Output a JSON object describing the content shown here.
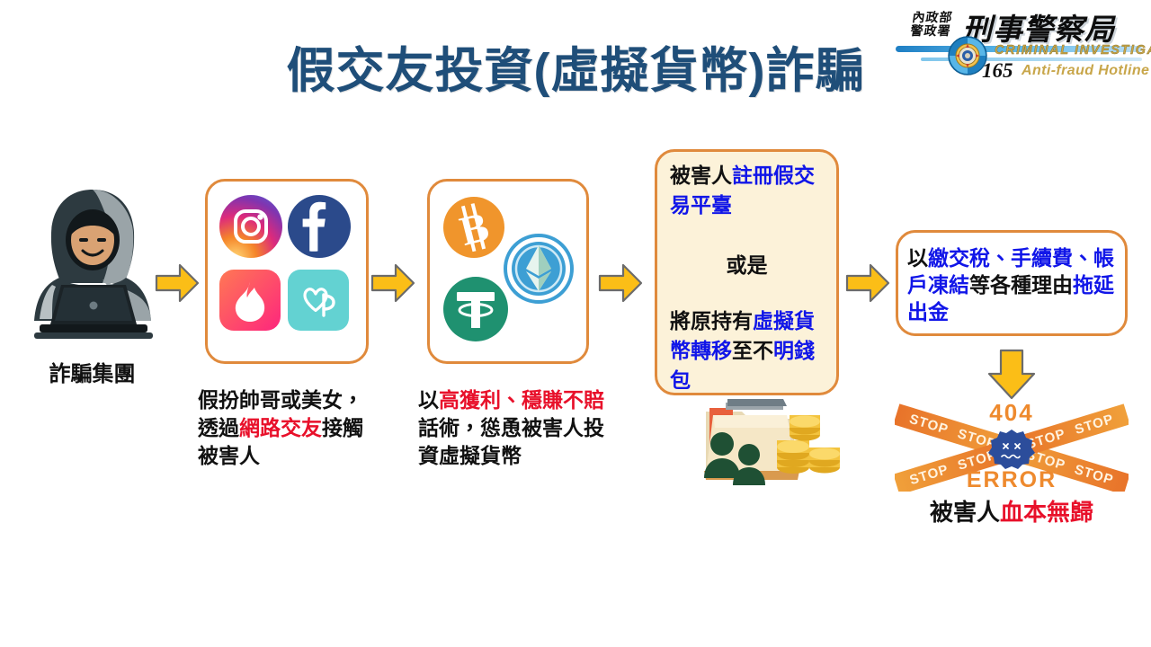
{
  "header": {
    "title": "假交友投資(虛擬貨幣)詐騙",
    "title_color": "#1F4E79",
    "logo": {
      "agency_small": "內政部\n警政署",
      "agency_small_line1": "內政部",
      "agency_small_line2": "警政署",
      "agency_main": "刑事警察局",
      "agency_en": "CRIMINAL  INVESTIGATION  BUREAU",
      "hotline_number": "165",
      "hotline_en": "Anti-fraud Hotline Service"
    }
  },
  "flow": {
    "step1": {
      "label": "詐騙集團",
      "icon": "hooded-hacker-laptop-icon"
    },
    "step2": {
      "icons": [
        {
          "name": "instagram-icon",
          "label": "Instagram"
        },
        {
          "name": "facebook-icon",
          "label": "Facebook"
        },
        {
          "name": "tinder-icon",
          "label": "Tinder"
        },
        {
          "name": "paktor-icon",
          "label": "Paktor"
        }
      ],
      "caption_line1_a": "假扮帥哥或美女，",
      "caption_line2_a": "透過",
      "caption_line2_hl": "網路交友",
      "caption_line2_b": "接觸",
      "caption_line3_a": "被害人"
    },
    "step3": {
      "icons": [
        {
          "name": "bitcoin-icon",
          "label": "Bitcoin"
        },
        {
          "name": "ethereum-icon",
          "label": "Ethereum"
        },
        {
          "name": "tether-icon",
          "label": "Tether"
        }
      ],
      "caption_line1_a": "以",
      "caption_line1_hl": "高獲利、穩賺不賠",
      "caption_line2_a": "話術，慫恿被害人投",
      "caption_line3_a": "資虛擬貨幣"
    },
    "step4": {
      "block1_a": "被害人",
      "block1_hl": "註冊假",
      "block1_hl2": "交易平臺",
      "divider": "或是",
      "block2_a": "將原持有",
      "block2_hl": "虛擬",
      "block2_hl2": "貨幣轉移",
      "block2_b": "至不",
      "block2_hl3": "明錢包",
      "icon": "folder-people-coins-icon"
    },
    "step5": {
      "line1_a": "以",
      "line1_hl": "繳交稅、手續費、",
      "line2_hl": "帳戶凍結",
      "line2_b": "等各種理",
      "line3_a": "由",
      "line3_hl": "拖延出金"
    },
    "step6": {
      "code": "404",
      "status": "ERROR",
      "stop_text": "STOP",
      "result_a": "被害人",
      "result_hl": "血本無歸",
      "icon": "404-error-stop-icon"
    }
  },
  "arrows": {
    "right_label": "flow-arrow-right",
    "down_label": "flow-arrow-down",
    "fill": "#FBBE17",
    "stroke": "#6b6b6b"
  },
  "colors": {
    "panel_border": "#E08A3C",
    "panel_cream_fill": "#FCF2D9",
    "highlight_red": "#E8102A",
    "highlight_blue": "#1116E8",
    "title_navy": "#1F4E79"
  }
}
